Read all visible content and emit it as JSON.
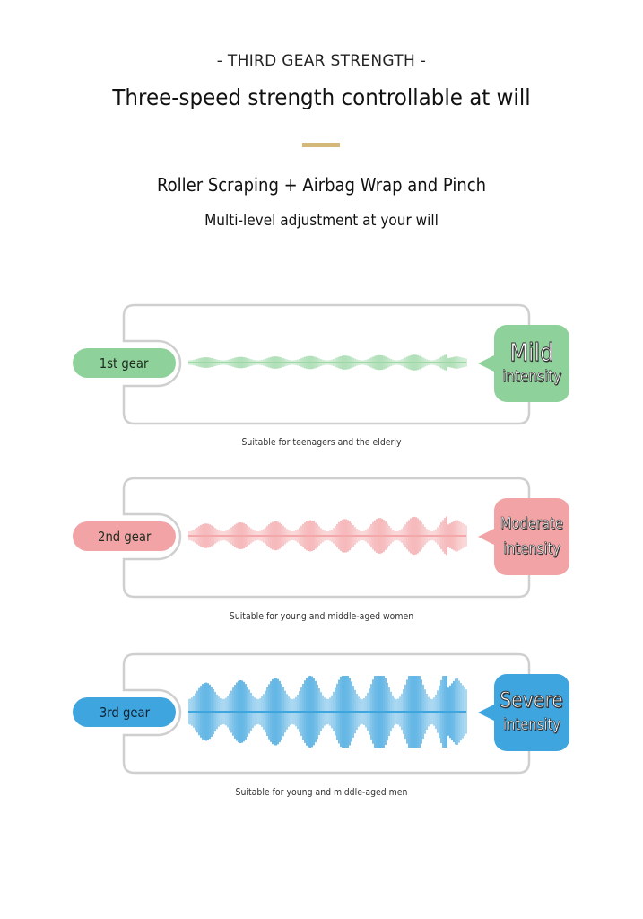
{
  "header": {
    "eyebrow": "- THIRD GEAR STRENGTH -",
    "title": "Three-speed strength controllable at will",
    "subtitle": "Roller Scraping + Airbag Wrap and Pinch",
    "subtitle2": "Multi-level adjustment at your will",
    "accent_color": "#d4b87a"
  },
  "gears": [
    {
      "label": "1st gear",
      "intensity_word": "Mild",
      "intensity_suffix": "intensity",
      "caption": "Suitable for teenagers and the elderly",
      "color": "#8fd19a",
      "wave_color": "#9ed8a8",
      "level": 1
    },
    {
      "label": "2nd gear",
      "intensity_word": "Moderate",
      "intensity_suffix": "intensity",
      "caption": "Suitable for young and middle-aged women",
      "color": "#f2a3a6",
      "wave_color": "#f3a8ab",
      "level": 2
    },
    {
      "label": "3rd gear",
      "intensity_word": "Severe",
      "intensity_suffix": "intensity",
      "caption": "Suitable for young and middle-aged men",
      "color": "#3ea5df",
      "wave_color": "#3ea5df",
      "level": 3
    }
  ]
}
